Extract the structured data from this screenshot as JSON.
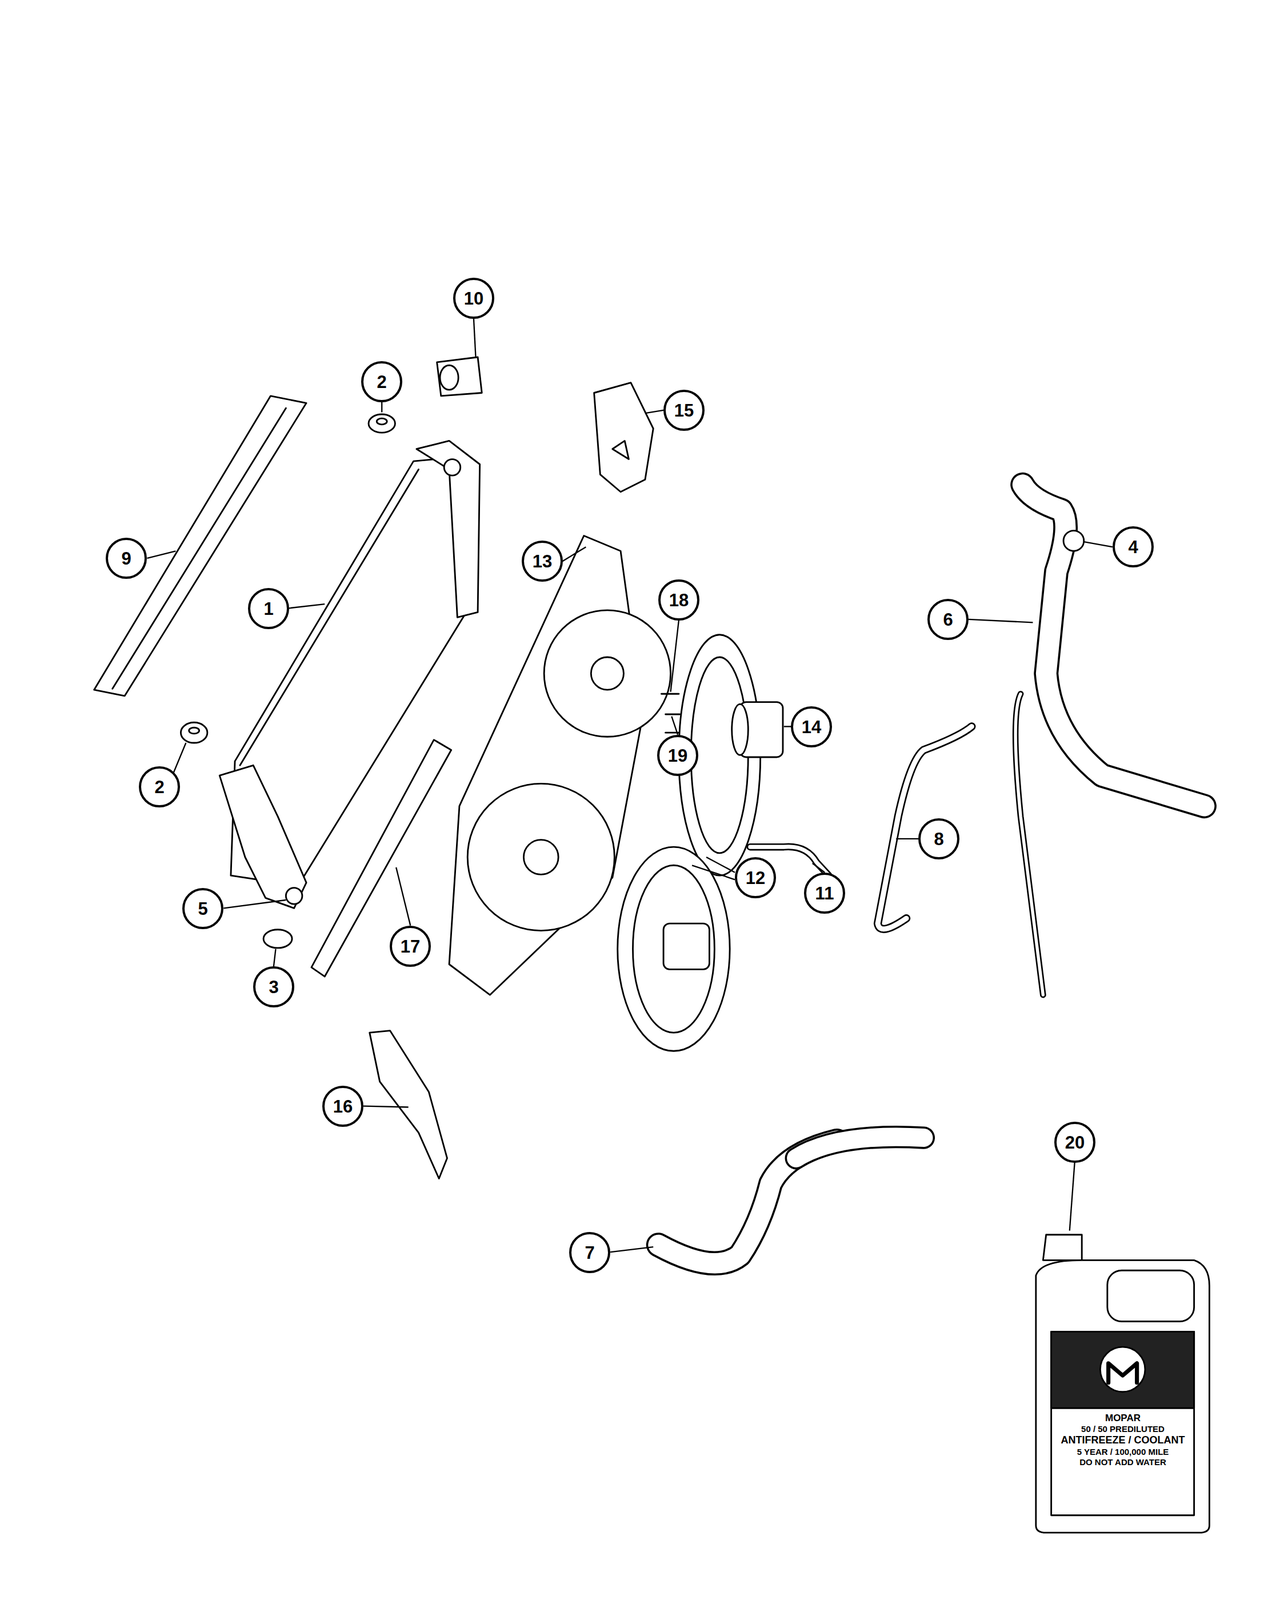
{
  "diagram": {
    "nodes": [
      {
        "text": [
          "10"
        ]
      },
      {
        "text": [
          "2"
        ]
      },
      {
        "text": [
          "15"
        ]
      },
      {
        "text": [
          "4"
        ]
      },
      {
        "text": [
          "9"
        ]
      },
      {
        "text": [
          "13"
        ]
      },
      {
        "text": [
          "18"
        ]
      },
      {
        "text": [
          "1"
        ]
      },
      {
        "text": [
          "6"
        ]
      },
      {
        "text": [
          "14"
        ]
      },
      {
        "text": [
          "19"
        ]
      },
      {
        "text": [
          "2"
        ]
      },
      {
        "text": [
          "8"
        ]
      },
      {
        "text": [
          "12"
        ]
      },
      {
        "text": [
          "11"
        ]
      },
      {
        "text": [
          "5"
        ]
      },
      {
        "text": [
          "17"
        ]
      },
      {
        "text": [
          "3"
        ]
      },
      {
        "text": [
          "16"
        ]
      },
      {
        "text": [
          "20"
        ]
      },
      {
        "text": [
          "7"
        ]
      },
      {
        "text": [
          "MOPAR",
          "50 / 50 PREDILUTED",
          "ANTIFREEZE / COOLANT",
          "5 YEAR / 100,000 MILE",
          "DO NOT ADD WATER"
        ]
      }
    ]
  }
}
